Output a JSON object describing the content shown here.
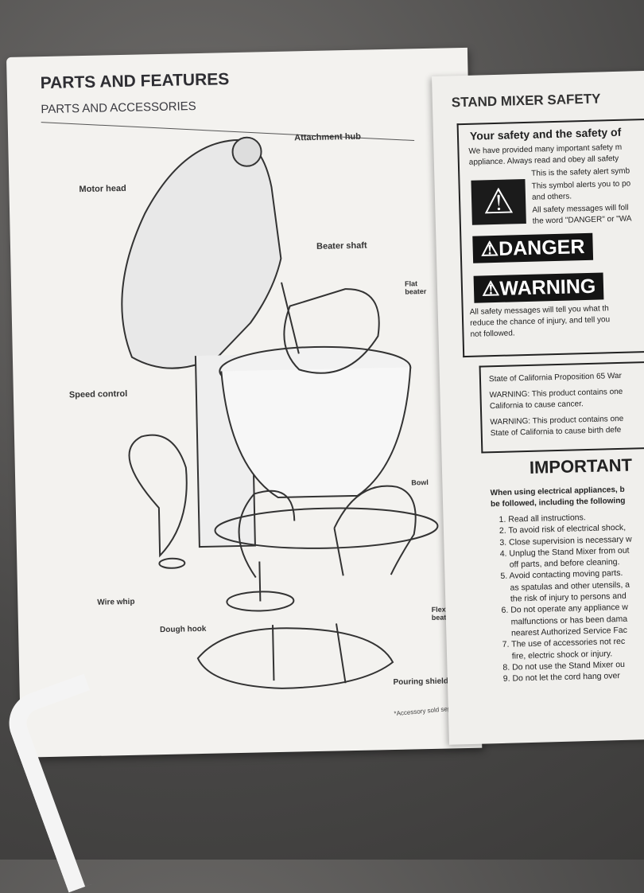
{
  "left_page": {
    "title": "PARTS AND FEATURES",
    "subtitle": "PARTS AND ACCESSORIES",
    "labels": {
      "attachment_hub": "Attachment hub",
      "motor_head": "Motor head",
      "beater_shaft": "Beater shaft",
      "flat_beater_1": "Flat",
      "flat_beater_2": "beater",
      "speed_control": "Speed control",
      "bowl": "Bowl",
      "wire_whip": "Wire whip",
      "dough_hook": "Dough hook",
      "flex_edge_1": "Flex Edge",
      "flex_edge_2": "beater*",
      "pouring_shield": "Pouring shield*"
    },
    "footnote": "*Accessory sold separately"
  },
  "right_page": {
    "title": "STAND MIXER SAFETY",
    "box_heading": "Your safety and the safety of",
    "intro_1": "We have provided many important safety m",
    "intro_2": "appliance. Always read and obey all safety",
    "alert_1": "This is the safety alert symb",
    "alert_2": "This symbol alerts you to po",
    "alert_3": "and others.",
    "alert_4": "All safety messages will foll",
    "alert_5": "the word \"DANGER\" or \"WA",
    "danger": "DANGER",
    "warning": "WARNING",
    "msg_1": "All safety messages will tell you what th",
    "msg_2": "reduce the chance of injury, and tell you",
    "msg_3": "not followed.",
    "prop65_title": "State of California Proposition 65 War",
    "prop65_1": "WARNING: This product contains one",
    "prop65_2": "California to cause cancer.",
    "prop65_3": "WARNING: This product contains one",
    "prop65_4": "State of California to cause birth defe",
    "important": "IMPORTANT",
    "lead_1": "When using electrical appliances, b",
    "lead_2": "be followed, including the following",
    "items": [
      "1. Read all instructions.",
      "2. To avoid risk of electrical shock,",
      "3. Close supervision is necessary w",
      "4. Unplug the Stand Mixer from out",
      "    off parts, and before cleaning.",
      "5. Avoid contacting moving parts.",
      "    as spatulas and other utensils, a",
      "    the risk of injury to persons and",
      "6. Do not operate any appliance w",
      "    malfunctions or has been dama",
      "    nearest Authorized Service Fac",
      "7. The use of accessories not rec",
      "    fire, electric shock or injury.",
      "8. Do not use the Stand Mixer ou",
      "9. Do not let the cord hang over"
    ]
  }
}
